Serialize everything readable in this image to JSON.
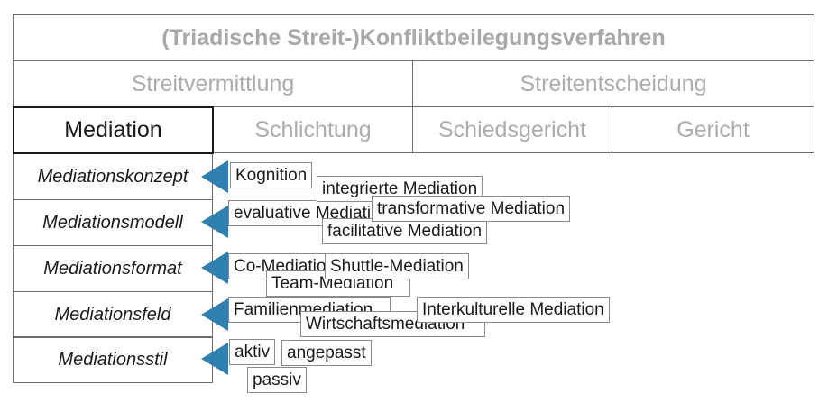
{
  "title": "(Triadische Streit-)Konfliktbeilegungsverfahren",
  "categories": {
    "streitvermittlung": "Streitvermittlung",
    "streitentscheidung": "Streitentscheidung"
  },
  "methods": {
    "mediation": "Mediation",
    "schlichtung": "Schlichtung",
    "schiedsgericht": "Schiedsgericht",
    "gericht": "Gericht"
  },
  "concepts": {
    "konzept": {
      "label": "Mediationskonzept",
      "items": [
        "Kognition",
        "integrierte Mediation"
      ]
    },
    "modell": {
      "label": "Mediationsmodell",
      "items": [
        "evaluative Mediation",
        "transformative Mediation",
        "facilitative Mediation"
      ]
    },
    "format": {
      "label": "Mediationsformat",
      "items": [
        "Co-Mediation",
        "Shuttle-Mediation",
        "Team-Mediation"
      ]
    },
    "feld": {
      "label": "Mediationsfeld",
      "items": [
        "Familienmediation",
        "Interkulturelle Mediation",
        "Wirtschaftsmediation"
      ]
    },
    "stil": {
      "label": "Mediationsstil",
      "items": [
        "aktiv",
        "angepasst",
        "passiv"
      ]
    }
  },
  "colors": {
    "arrow": "#2f7fb0",
    "muted_text": "#acacac",
    "active_border": "#1a1a1a"
  }
}
